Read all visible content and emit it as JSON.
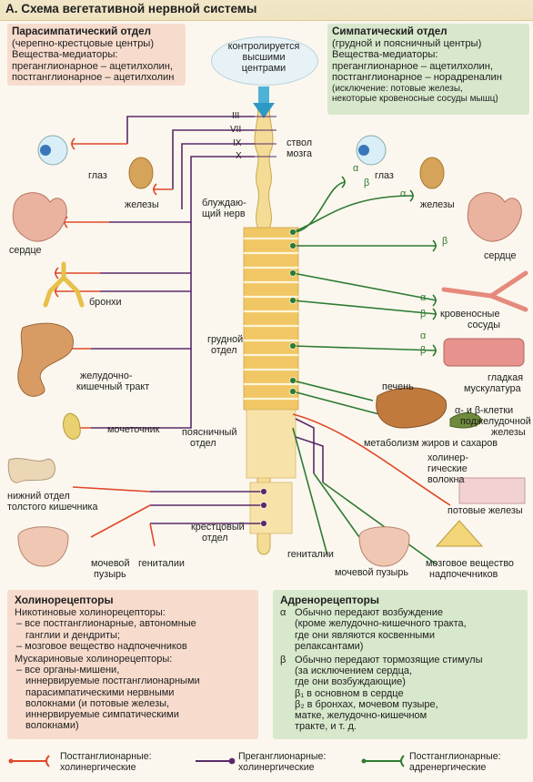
{
  "title": "А. Схема вегетативной нервной системы",
  "parasym": {
    "head": "Парасимпатический отдел",
    "sub": "(черепно-крестцовые центры)",
    "med1": "Вещества-медиаторы:",
    "med2": "преганглионарное – ацетилхолин,",
    "med3": "постганглионарное – ацетилхолин"
  },
  "sym": {
    "head": "Симпатический отдел",
    "sub": "(грудной и поясничный центры)",
    "med1": "Вещества-медиаторы:",
    "med2": "преганглионарное – ацетилхолин,",
    "med3": "постганглионарное – норадреналин",
    "exc1": "(исключение: потовые железы,",
    "exc2": "некоторые кровеносные сосуды мышц)"
  },
  "center": {
    "l1": "контролируется",
    "l2": "высшими",
    "l3": "центрами"
  },
  "cranial": [
    "III",
    "VII",
    "IX",
    "X"
  ],
  "labels": {
    "stem1": "ствол",
    "stem2": "мозга",
    "eye_l": "глаз",
    "glands_l": "железы",
    "vagus1": "блуждаю-",
    "vagus2": "щий нерв",
    "heart_l": "сердце",
    "bronchi": "бронхи",
    "gi1": "желудочно-",
    "gi2": "кишечный тракт",
    "thor1": "грудной",
    "thor2": "отдел",
    "ureter": "мочеточник",
    "lumb1": "поясничный",
    "lumb2": "отдел",
    "colon1": "нижний отдел",
    "colon2": "толстого кишечника",
    "sacr1": "крестцовый",
    "sacr2": "отдел",
    "bladder_l1": "мочевой",
    "bladder_l2": "пузырь",
    "genit_l": "гениталии",
    "eye_r": "глаз",
    "glands_r": "железы",
    "heart_r": "сердце",
    "vessels1": "кровеносные",
    "vessels2": "сосуды",
    "smooth1": "гладкая",
    "smooth2": "мускулатура",
    "liver": "печень",
    "panc1": "α- и β-клетки",
    "panc2": "поджелудочной",
    "panc3": "железы",
    "metab": "метаболизм жиров и сахаров",
    "chol1": "холинер-",
    "chol2": "гические",
    "chol3": "волокна",
    "sweat": "потовые железы",
    "genit_r": "гениталии",
    "bladder_r": "мочевой пузырь",
    "adrenal1": "мозговое вещество",
    "adrenal2": "надпочечников",
    "alpha": "α",
    "beta": "β"
  },
  "cholino": {
    "head": "Холинорецепторы",
    "n_head": "Никотиновые холинорецепторы:",
    "n1": "– все постганглионарные, автономные",
    "n2": "ганглии и дендриты;",
    "n3": "– мозговое вещество надпочечников",
    "m_head": "Мускариновые холинорецепторы:",
    "m1": "– все органы-мишени,",
    "m2": "иннервируемые постганглионарными",
    "m3": "парасимпатическими нервными",
    "m4": "волокнами (и потовые железы,",
    "m5": "иннервируемые симпатическими",
    "m6": "волокнами)"
  },
  "adreno": {
    "head": "Адренорецепторы",
    "a_sym": "α",
    "a1": "Обычно передают возбуждение",
    "a2": "(кроме желудочно-кишечного тракта,",
    "a3": "где они являются косвенными",
    "a4": "релаксантами)",
    "b_sym": "β",
    "b1": "Обычно передают тормозящие стимулы",
    "b2": "(за исключением сердца,",
    "b3": "где они возбуждающие)",
    "b4": "β₁ в основном в сердце",
    "b5": "β₂ в бронхах, мочевом пузыре,",
    "b6": "матке, желудочно-кишечном",
    "b7": "тракте, и т. д."
  },
  "legend": {
    "post_chol1": "Постганглионарные:",
    "post_chol2": "холинергические",
    "pre_chol1": "Преганглионарные:",
    "pre_chol2": "холинергические",
    "post_adr1": "Постганглионарные:",
    "post_adr2": "адренергические"
  },
  "colors": {
    "postChol": "#e0482a",
    "preChol": "#5a2a6a",
    "postAdr": "#2e7a32",
    "cord": "#f4dc97",
    "cordStroke": "#c9a84a"
  }
}
